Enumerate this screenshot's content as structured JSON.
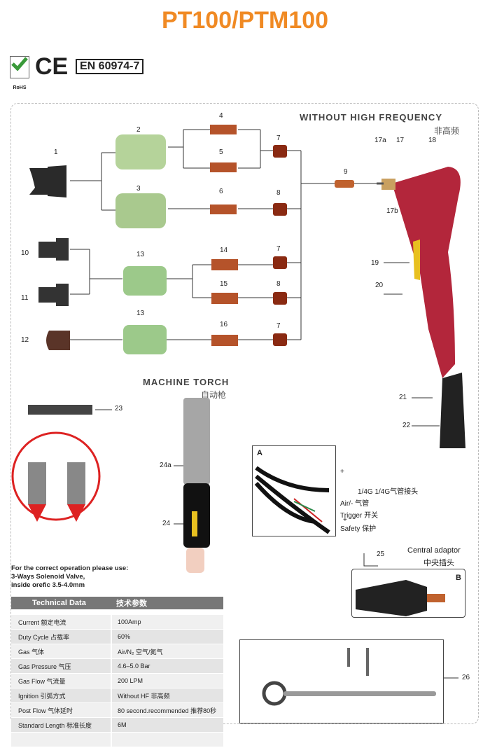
{
  "title": "PT100/PTM100",
  "certs": {
    "rohs": "RoHS",
    "ce": "CE",
    "standard": "EN 60974-7"
  },
  "hand_torch": {
    "header": "WITHOUT HIGH FREQUENCY",
    "header_cn": "非高频"
  },
  "machine_torch": {
    "header": "MACHINE TORCH",
    "header_cn": "自动枪"
  },
  "part_labels": [
    "1",
    "2",
    "3",
    "4",
    "5",
    "6",
    "7",
    "8",
    "9",
    "10",
    "11",
    "12",
    "13",
    "13",
    "14",
    "15",
    "16",
    "7",
    "8",
    "7",
    "17a",
    "17",
    "17b",
    "18",
    "19",
    "20",
    "21",
    "22",
    "23",
    "24a",
    "24",
    "25",
    "26"
  ],
  "box_a": {
    "letter": "A",
    "plus1": "+",
    "gas_fitting": "1/4G 1/4G气管接头",
    "air": "Air/- 气管",
    "trigger": "Trigger 开关",
    "plus2": "+",
    "safety": "Safety 保护"
  },
  "box_b": {
    "letter": "B",
    "label": "Central adaptor",
    "label_cn": "中央插头"
  },
  "note": {
    "line1": "For the correct operation please use:",
    "line2": "3-Ways Solenoid Valve,",
    "line3": "inside orefic 3.5-4.0mm"
  },
  "technical_data": {
    "title": "Technical Data",
    "title_cn": "技术参数",
    "rows": [
      {
        "k": "Current 额定电流",
        "v": "100Amp"
      },
      {
        "k": "Duty Cycle 占载率",
        "v": "60%"
      },
      {
        "k": "Gas 气体",
        "v": "Air/N₂ 空气/氮气"
      },
      {
        "k": "Gas Pressure 气压",
        "v": "4.6–5.0 Bar"
      },
      {
        "k": "Gas Flow 气流量",
        "v": "200 LPM"
      },
      {
        "k": "Ignition 引弧方式",
        "v": "Without HF 非高频"
      },
      {
        "k": "Post Flow 气体延时",
        "v": "80 second.recommended 推荐80秒"
      },
      {
        "k": "Standard Length 标准长度",
        "v": "6M"
      },
      {
        "k": "",
        "v": ""
      }
    ]
  },
  "colors": {
    "title": "#f08a24",
    "copper": "#b5532a",
    "ceramic": "#a9c98e",
    "torch_red": "#b3263b"
  }
}
